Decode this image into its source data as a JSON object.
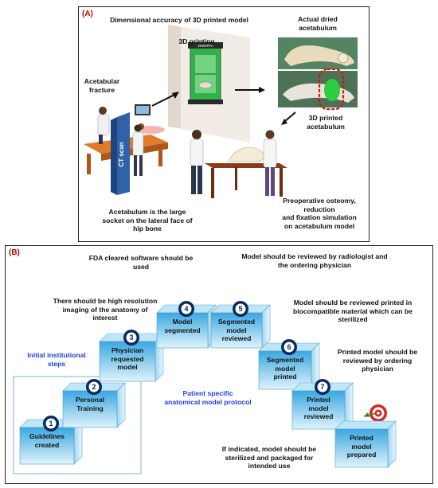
{
  "panel_a": {
    "label": "(A)",
    "title": "Dimensional accuracy of 3D printed model",
    "printing": "3D printing",
    "printer_brand": "ZMORPH",
    "fracture": "Acetabular\nfracture",
    "ct_scan": "CT scan",
    "actual": "Actual dried\nacetabulum",
    "printed": "3D printed\nacetabulum",
    "definition": "Acetabulum is the large\nsocket on the lateral face of\nhip bone",
    "preop": "Preoperative osteomy,\nreduction\nand fixation simulation\non acetabulum model"
  },
  "panel_b": {
    "label": "(B)",
    "notes": {
      "fda": "FDA cleared software should be\nused",
      "radiologist": "Model should be reviewed by radiologist and\nthe ordering physician",
      "imaging": "There should be high resolution\nimaging of the anatomy of\ninterest",
      "biocompatible": "Model should be reviewed printed in\nbiocompatible material which can be\nsterilized",
      "ordering": "Printed model should be\nreviewed by ordering\nphysician",
      "sterilize": "If indicated, model should be\nsterilized and packaged for\nintended use"
    },
    "initial_steps": "Initial institutional\nsteps",
    "protocol": "Patient specific\nanatomical model protocol",
    "steps": [
      {
        "num": "1",
        "label": "Guidelines\ncreated"
      },
      {
        "num": "2",
        "label": "Personal\nTraining"
      },
      {
        "num": "3",
        "label": "Physician\nrequested\nmodel"
      },
      {
        "num": "4",
        "label": "Model\nsegmented"
      },
      {
        "num": "5",
        "label": "Segmented\nmodel\nreviewed"
      },
      {
        "num": "6",
        "label": "Segmented\nmodel\nprinted"
      },
      {
        "num": "7",
        "label": "Printed\nmodel\nreviewed"
      },
      {
        "num": "",
        "label": "Printed\nmodel\nprepared"
      }
    ]
  }
}
